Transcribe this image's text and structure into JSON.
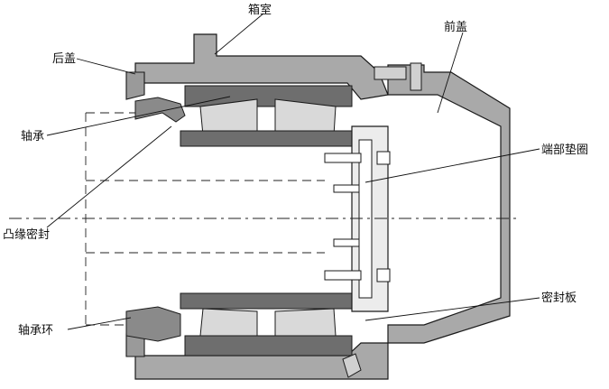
{
  "labels": {
    "housing": "箱室",
    "rear_cover": "后盖",
    "front_cover": "前盖",
    "bearing": "轴承",
    "end_washer": "端部垫圈",
    "flange_seal": "凸缘密封",
    "seal_plate": "密封板",
    "bearing_ring": "轴承环"
  },
  "colors": {
    "housing_fill": "#a9a9a9",
    "bearing_dark": "#6e6e6e",
    "bearing_light": "#d9d9d9",
    "outline": "#1a1a1a",
    "background": "#ffffff"
  }
}
